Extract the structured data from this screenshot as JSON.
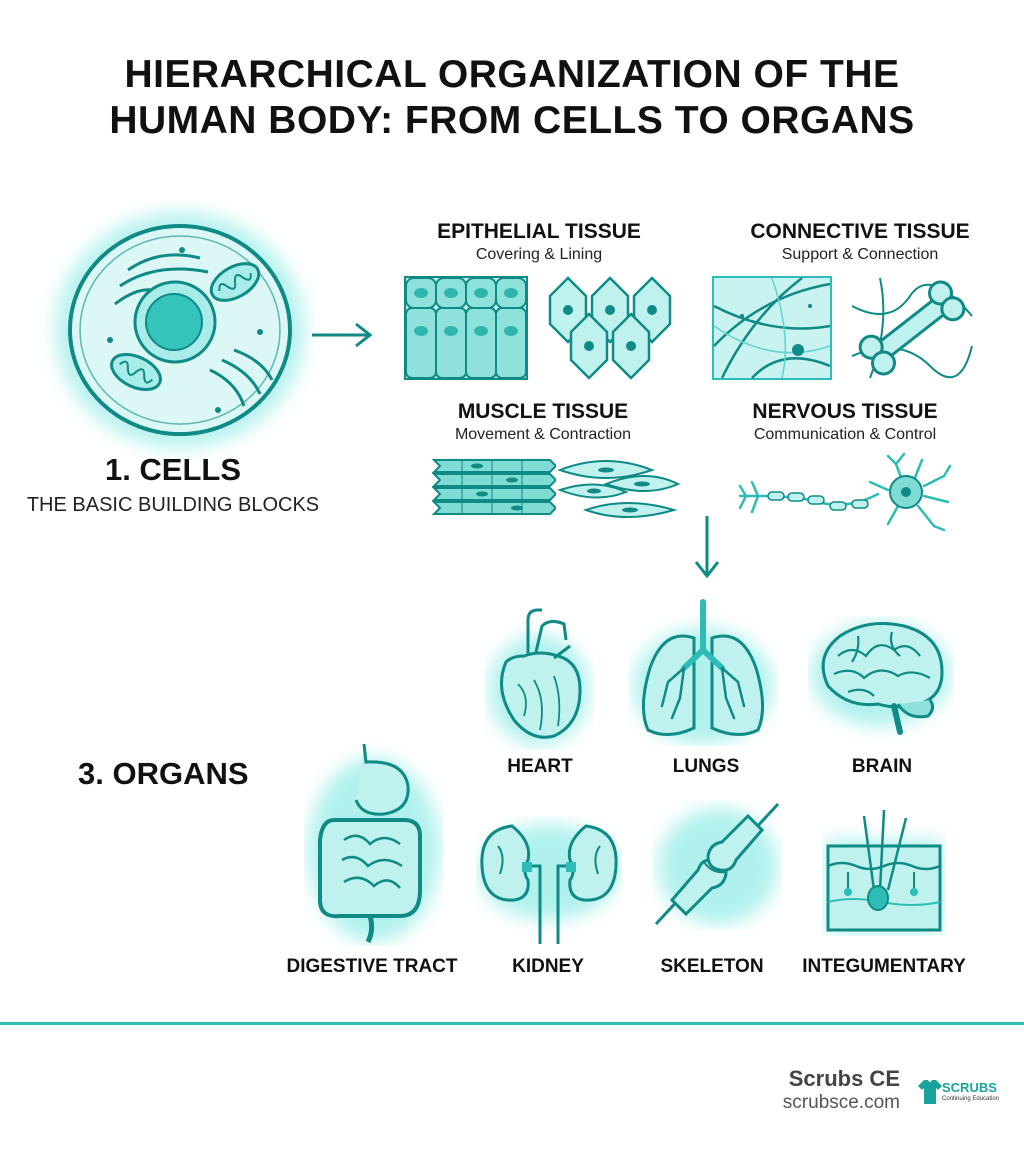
{
  "title": "HIERARCHICAL ORGANIZATION OF THE\nHUMAN BODY: FROM CELLS TO ORGANS",
  "cells": {
    "heading": "1. CELLS",
    "subheading": "THE BASIC BUILDING BLOCKS"
  },
  "tissues": [
    {
      "name": "EPITHELIAL TISSUE",
      "subtitle": "Covering & Lining"
    },
    {
      "name": "CONNECTIVE TISSUE",
      "subtitle": "Support & Connection"
    },
    {
      "name": "MUSCLE TISSUE",
      "subtitle": "Movement & Contraction"
    },
    {
      "name": "NERVOUS TISSUE",
      "subtitle": "Communication & Control"
    }
  ],
  "organs_heading": "3. ORGANS",
  "organs": [
    "HEART",
    "LUNGS",
    "BRAIN",
    "DIGESTIVE TRACT",
    "KIDNEY",
    "SKELETON",
    "INTEGUMENTARY"
  ],
  "brand": {
    "name": "Scrubs CE",
    "url": "scrubsce.com",
    "logo_text": "SCRUBS",
    "logo_tagline": "Continuing Education"
  },
  "colors": {
    "accent": "#2dbcb6",
    "dark_teal": "#0f8a84",
    "light_teal": "#bff1ee",
    "glow": "#7ce8e2"
  }
}
